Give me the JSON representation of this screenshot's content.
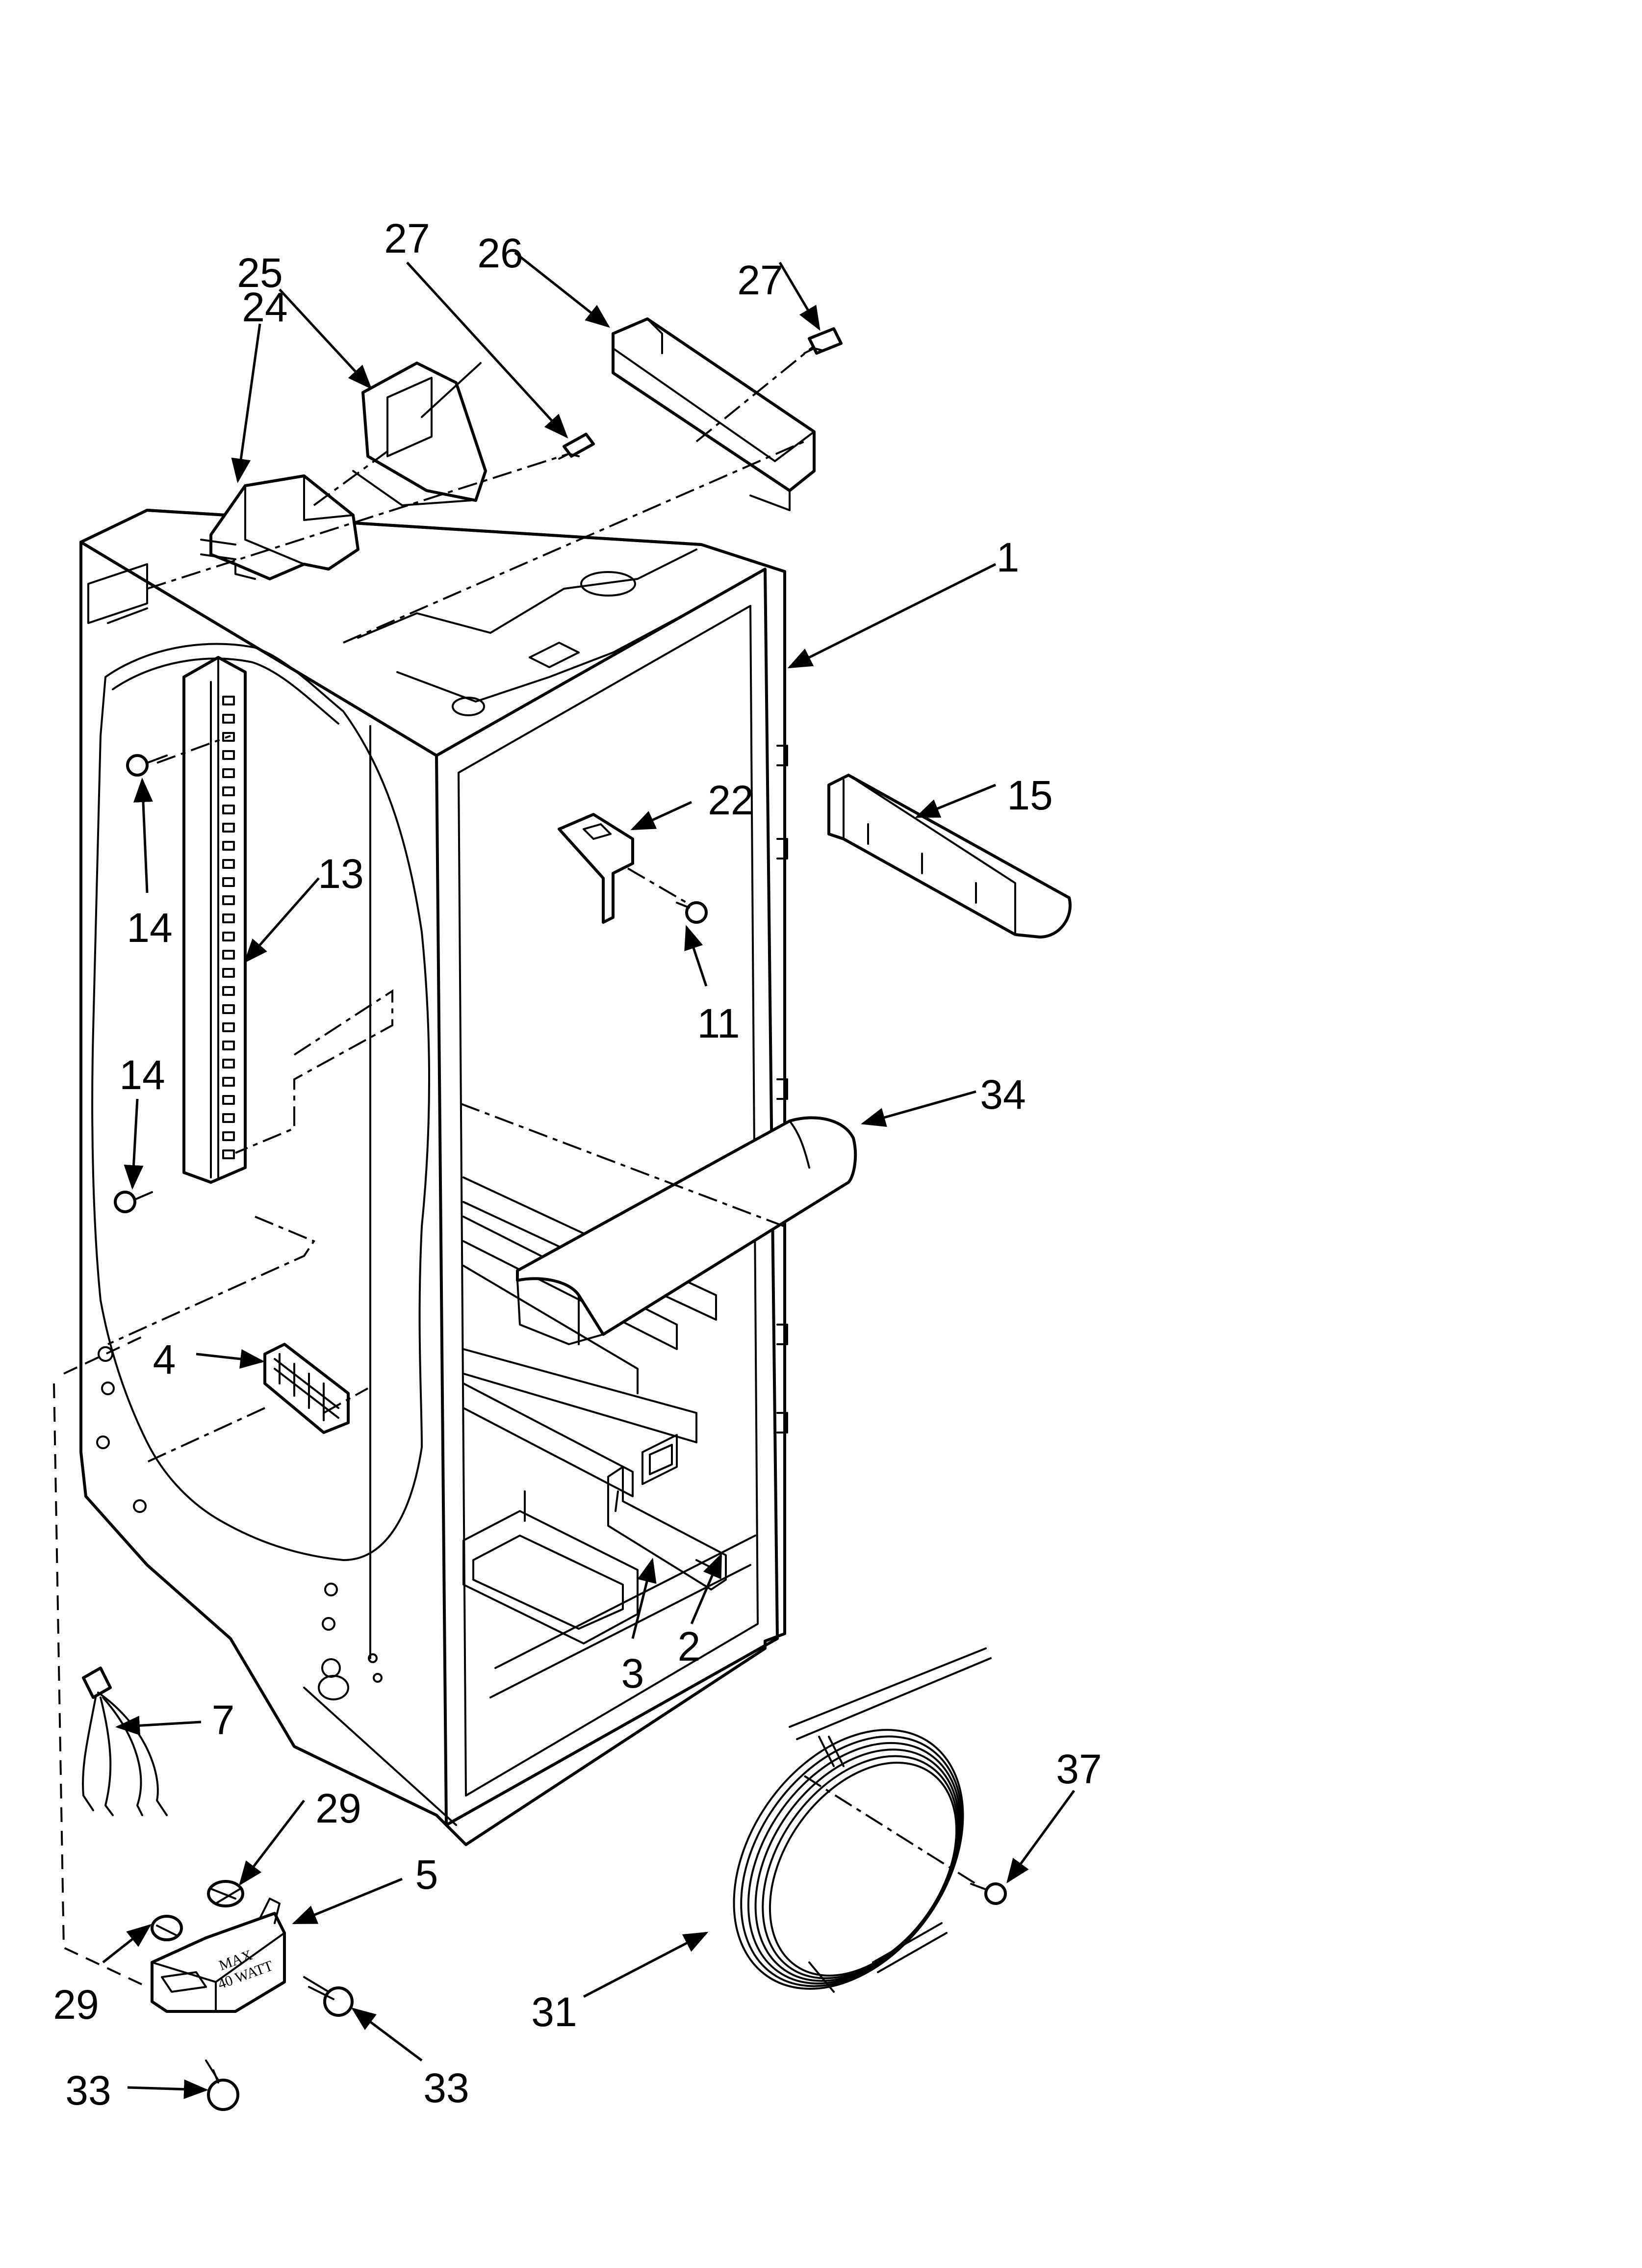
{
  "callouts": {
    "c1": "1",
    "c2": "2",
    "c3": "3",
    "c4": "4",
    "c5": "5",
    "c7": "7",
    "c11": "11",
    "c13": "13",
    "c14a": "14",
    "c14b": "14",
    "c15": "15",
    "c22": "22",
    "c24": "24",
    "c25": "25",
    "c26": "26",
    "c27a": "27",
    "c27b": "27",
    "c29a": "29",
    "c29b": "29",
    "c31": "31",
    "c33a": "33",
    "c33b": "33",
    "c34": "34",
    "c37": "37"
  },
  "light_housing": {
    "label_line1": "MAX",
    "label_line2": "40 WATT"
  }
}
